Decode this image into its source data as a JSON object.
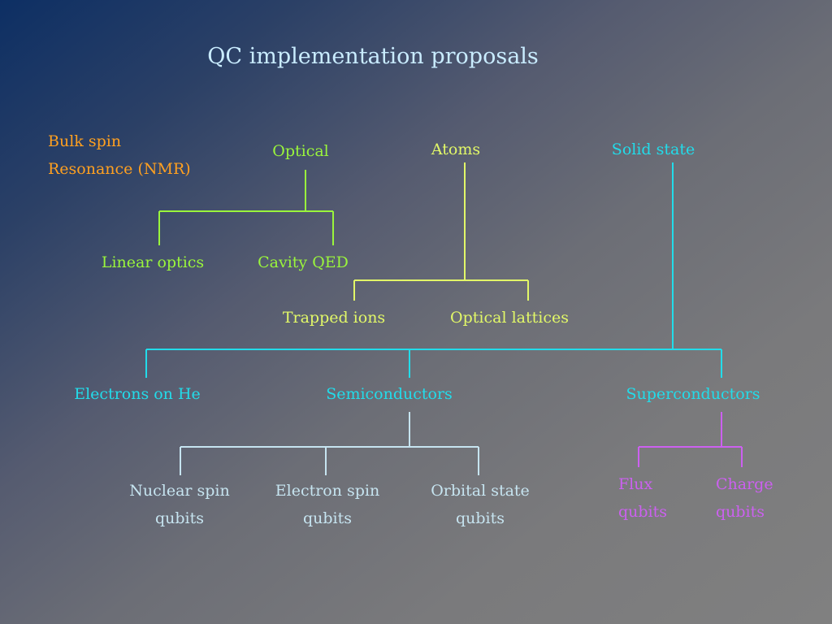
{
  "title": "QC implementation proposals",
  "colors": {
    "title": "#c9ecff",
    "nmr": "#ffa020",
    "optical": "#9af53c",
    "atoms": "#e2f868",
    "solid_state": "#22dcea",
    "semiconductor_children": "#c6e4f0",
    "superconductor_children": "#cc60f0"
  },
  "nodes": {
    "nmr": {
      "line1": "Bulk spin",
      "line2": "Resonance (NMR)"
    },
    "optical": {
      "label": "Optical"
    },
    "linear_optics": {
      "label": "Linear optics"
    },
    "cavity_qed": {
      "label": "Cavity QED"
    },
    "atoms": {
      "label": "Atoms"
    },
    "trapped_ions": {
      "label": "Trapped ions"
    },
    "optical_lattices": {
      "label": "Optical lattices"
    },
    "solid_state": {
      "label": "Solid state"
    },
    "electrons_on_he": {
      "label": "Electrons on He"
    },
    "semiconductors": {
      "label": "Semiconductors"
    },
    "superconductors": {
      "label": "Superconductors"
    },
    "nuclear_spin": {
      "line1": "Nuclear spin",
      "line2": "qubits"
    },
    "electron_spin": {
      "line1": "Electron spin",
      "line2": "qubits"
    },
    "orbital_state": {
      "line1": "Orbital state",
      "line2": "qubits"
    },
    "flux": {
      "line1": "Flux",
      "line2": "qubits"
    },
    "charge": {
      "line1": "Charge",
      "line2": "qubits"
    }
  }
}
